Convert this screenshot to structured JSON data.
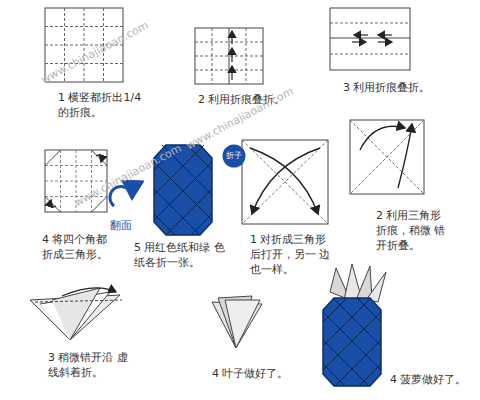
{
  "diagram": {
    "nodes": [
      {
        "text": [
          "折子"
        ]
      }
    ],
    "labels": [
      "1 横竖都折出1/4 的折痕。",
      "2 利用折痕叠折。",
      "3 利用折痕叠折。",
      "4 将四个角都 折成三角形。",
      "5 用红色纸和绿 色纸各折一张。",
      "1 对折成三角形 后打开，另一 边也一样。",
      "2 利用三角形 折痕，稍微 错开折叠。",
      "3 稍微错开沿 虚线斜着折。",
      "4 叶子做好了。",
      "4 菠萝做好了。",
      "翻面",
      "www.chinajiaoan.com",
      "www.chinajiaoan.com",
      "www.chinajiaoan.com"
    ]
  }
}
